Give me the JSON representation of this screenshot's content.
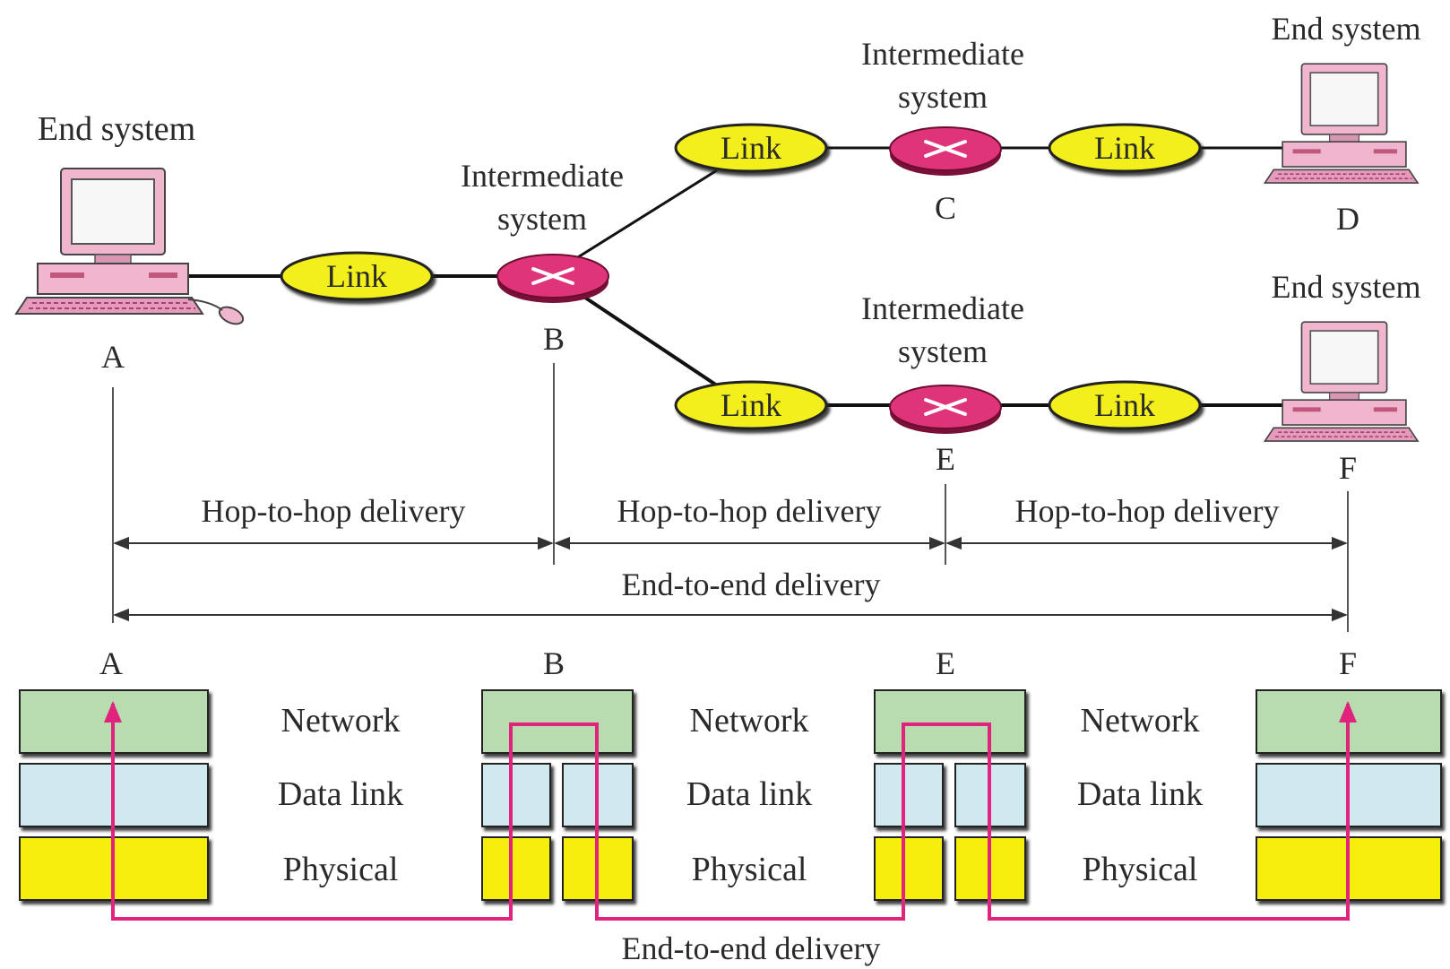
{
  "labels": {
    "end_system": "End system",
    "intermediate_line1": "Intermediate",
    "intermediate_line2": "system",
    "link": "Link",
    "hop_to_hop": "Hop-to-hop delivery",
    "end_to_end": "End-to-end delivery",
    "network": "Network",
    "data_link": "Data link",
    "physical": "Physical"
  },
  "nodes": {
    "a": "A",
    "b": "B",
    "c": "C",
    "d": "D",
    "e": "E",
    "f": "F"
  },
  "colors": {
    "link_fill": "#f2ef1a",
    "router_fill": "#e0347a",
    "network_layer": "#b9dbb0",
    "datalink_layer": "#cfe9ee",
    "physical_layer": "#f6ef10",
    "path": "#e0237d",
    "computer": "#e9a8c4"
  }
}
